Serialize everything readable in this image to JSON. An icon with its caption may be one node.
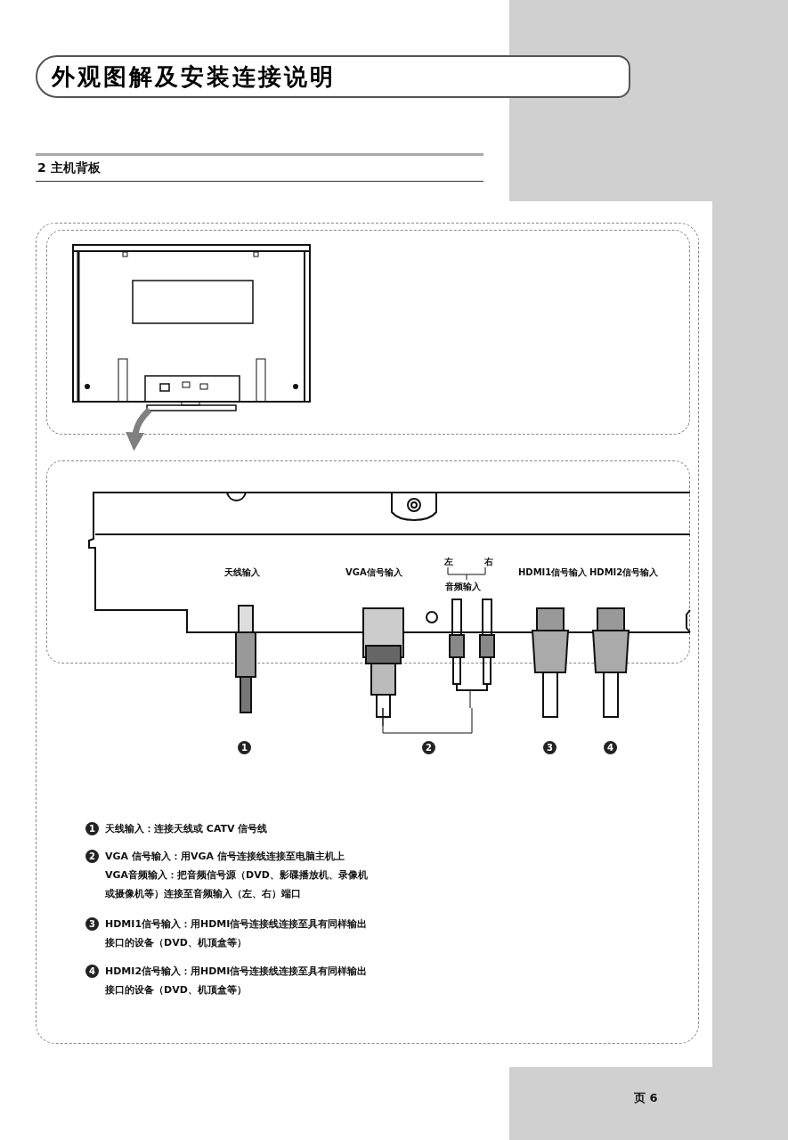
{
  "diagram": {
    "title": "外观图解及安装连接说明",
    "nodes": [
      {
        "text": [],
        "shape": "picture"
      },
      {
        "text": [],
        "shape": "box"
      }
    ],
    "edges": [
      {
        "from": 0,
        "to": 1,
        "arrow": "to"
      }
    ],
    "labels": [
      "2 主机背板",
      "天线输入",
      "VGA信号输入",
      "左",
      "右",
      "音频输入",
      "HDMI1信号输入",
      "HDMI2信号输入",
      "1",
      "2",
      "3",
      "4",
      "1",
      "天线输入：连接天线或 CATV 信号线",
      "2",
      "VGA 信号输入：用VGA 信号连接线连接至电脑主机上",
      "VGA音频输入：把音频信号源（DVD、影碟播放机、录像机或摄像机等）连接至音频输入（左、右）端口",
      "3",
      "HDMI1信号输入：用HDMI信号连接线连接至具有同样输出接口的设备（DVD、机顶盒等）",
      "4",
      "HDMI2信号输入：用HDMI信号连接线连接至具有同样输出接口的设备（DVD、机顶盒等）",
      "页 6"
    ]
  }
}
